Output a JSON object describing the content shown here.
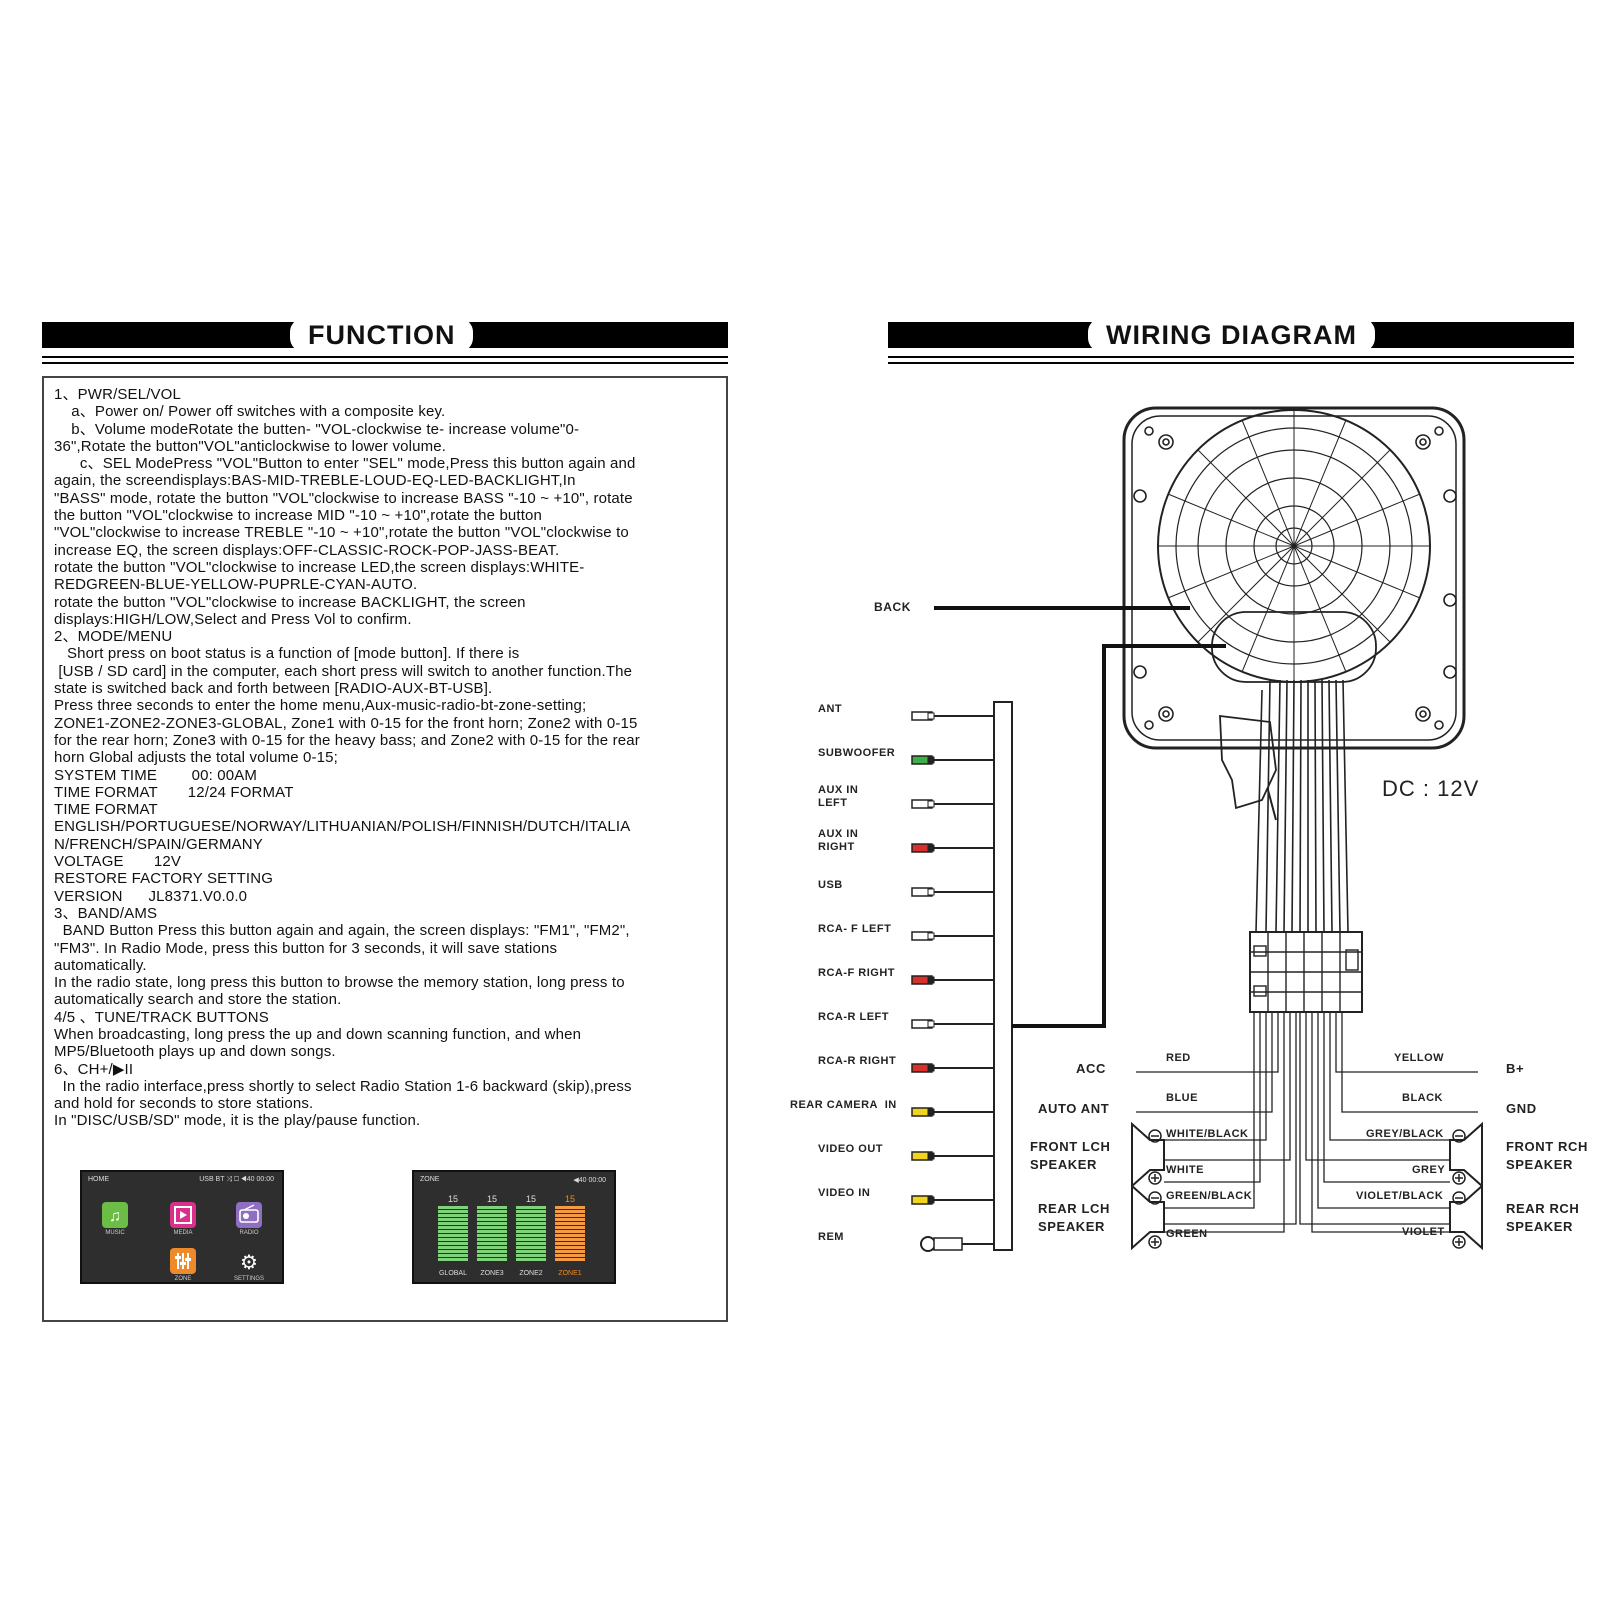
{
  "function_section": {
    "title": "FUNCTION",
    "text": "1、PWR/SEL/VOL\n    a、Power on/ Power off switches with a composite key.\n    b、Volume modeRotate the butten- \"VOL-clockwise te- increase volume\"0-\n36\",Rotate the button\"VOL\"anticlockwise to lower volume.\n      c、SEL ModePress \"VOL\"Button to enter \"SEL\" mode,Press this button again and\nagain, the screendisplays:BAS-MID-TREBLE-LOUD-EQ-LED-BACKLIGHT,In\n\"BASS\" mode, rotate the button \"VOL\"clockwise to increase BASS \"-10 ~ +10\", rotate\nthe button \"VOL\"clockwise to increase MID \"-10 ~ +10\",rotate the button\n\"VOL\"clockwise to increase TREBLE \"-10 ~ +10\",rotate the button \"VOL\"clockwise to\nincrease EQ, the screen displays:OFF-CLASSIC-ROCK-POP-JASS-BEAT.\nrotate the button \"VOL\"clockwise to increase LED,the screen displays:WHITE-\nREDGREEN-BLUE-YELLOW-PUPRLE-CYAN-AUTO.\nrotate the button \"VOL\"clockwise to increase BACKLIGHT, the screen\ndisplays:HIGH/LOW,Select and Press Vol to confirm.\n2、MODE/MENU\n   Short press on boot status is a function of [mode button]. If there is\n [USB / SD card] in the computer, each short press will switch to another function.The\nstate is switched back and forth between [RADIO-AUX-BT-USB].\nPress three seconds to enter the home menu,Aux-music-radio-bt-zone-setting;\nZONE1-ZONE2-ZONE3-GLOBAL, Zone1 with 0-15 for the front horn; Zone2 with 0-15\nfor the rear horn; Zone3 with 0-15 for the heavy bass; and Zone2 with 0-15 for the rear\nhorn Global adjusts the total volume 0-15;\nSYSTEM TIME        00: 00AM\nTIME FORMAT       12/24 FORMAT\nTIME FORMAT\nENGLISH/PORTUGUESE/NORWAY/LITHUANIAN/POLISH/FINNISH/DUTCH/ITALIA\nN/FRENCH/SPAIN/GERMANY\nVOLTAGE       12V\nRESTORE FACTORY SETTING\nVERSION      JL8371.V0.0.0\n3、BAND/AMS\n  BAND Button Press this button again and again, the screen displays: \"FM1\", \"FM2\",\n\"FM3\". In Radio Mode, press this button for 3 seconds, it will save stations\nautomatically.\nIn the radio state, long press this button to browse the memory station, long press to\nautomatically search and store the station.\n4/5 、TUNE/TRACK BUTTONS\nWhen broadcasting, long press the up and down scanning function, and when\nMP5/Bluetooth plays up and down songs.\n6、CH+/▶II\n  In the radio interface,press shortly to select Radio Station 1-6 backward (skip),press\nand hold for seconds to store stations.\nIn \"DISC/USB/SD\" mode, it is the play/pause function.",
    "home_screen": {
      "status_left": "HOME",
      "status_right": "USB  BT  ⤨  ▢  ◀40  00:00",
      "apps": [
        "MUSIC",
        "MEDIA",
        "RADIO",
        "ZONE",
        "SETTINGS"
      ]
    },
    "zone_screen": {
      "status_left": "ZONE",
      "status_right": "◀40    00:00",
      "zones": [
        {
          "name": "GLOBAL",
          "value": "15",
          "level": 15,
          "max": 15
        },
        {
          "name": "ZONE3",
          "value": "15",
          "level": 15,
          "max": 15
        },
        {
          "name": "ZONE2",
          "value": "15",
          "level": 15,
          "max": 15
        },
        {
          "name": "ZONE1",
          "value": "15",
          "level": 15,
          "max": 15
        }
      ]
    }
  },
  "wiring_section": {
    "title": "WIRING DIAGRAM",
    "back_label": "BACK",
    "dc_label": "DC : 12V",
    "connectors": [
      {
        "label": "ANT",
        "color": "#ffffff"
      },
      {
        "label": "SUBWOOFER",
        "color": "#3fae49"
      },
      {
        "label": "AUX IN\nLEFT",
        "color": "#ffffff"
      },
      {
        "label": "AUX IN\nRIGHT",
        "color": "#d9302c"
      },
      {
        "label": "USB",
        "color": "#ffffff"
      },
      {
        "label": "RCA- F LEFT",
        "color": "#ffffff"
      },
      {
        "label": "RCA-F RIGHT",
        "color": "#d9302c"
      },
      {
        "label": "RCA-R LEFT",
        "color": "#ffffff"
      },
      {
        "label": "RCA-R RIGHT",
        "color": "#d9302c"
      },
      {
        "label": "REAR CAMERA  IN",
        "color": "#f2d41a"
      },
      {
        "label": "VIDEO OUT",
        "color": "#f2d41a"
      },
      {
        "label": "VIDEO IN",
        "color": "#f2d41a"
      },
      {
        "label": "REM",
        "color": "#ffffff"
      }
    ],
    "left_terminals": [
      {
        "name": "ACC",
        "wire": "RED"
      },
      {
        "name": "AUTO ANT",
        "wire": "BLUE"
      }
    ],
    "right_terminals": [
      {
        "name": "B+",
        "wire": "YELLOW"
      },
      {
        "name": "GND",
        "wire": "BLACK"
      }
    ],
    "left_speakers": [
      {
        "name": "FRONT LCH\nSPEAKER",
        "neg_wire": "WHITE/BLACK",
        "pos_wire": "WHITE"
      },
      {
        "name": "REAR LCH\nSPEAKER",
        "neg_wire": "GREEN/BLACK",
        "pos_wire": "GREEN"
      }
    ],
    "right_speakers": [
      {
        "name": "FRONT RCH\nSPEAKER",
        "neg_wire": "GREY/BLACK",
        "pos_wire": "GREY"
      },
      {
        "name": "REAR RCH\nSPEAKER",
        "neg_wire": "VIOLET/BLACK",
        "pos_wire": "VIOLET"
      }
    ]
  }
}
